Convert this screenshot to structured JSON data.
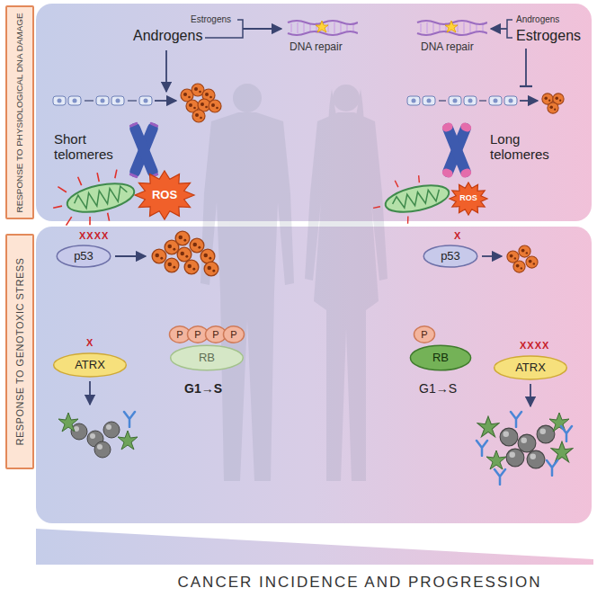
{
  "diagram": {
    "nodes": [
      {
        "text": [
          "RESPONSE TO PHYSIOLOGICAL DNA DAMAGE"
        ]
      },
      {
        "text": [
          "ROS"
        ]
      },
      {
        "text": [
          "ROS"
        ]
      },
      {
        "text": [
          "RESPONSE TO GENOTOXIC STRESS"
        ]
      },
      {
        "text": [
          "p53"
        ]
      },
      {
        "text": [
          "p53"
        ]
      },
      {
        "text": [
          "P"
        ]
      },
      {
        "text": [
          "P"
        ]
      },
      {
        "text": [
          "P"
        ]
      },
      {
        "text": [
          "P"
        ]
      },
      {
        "text": [
          "RB"
        ]
      },
      {
        "text": [
          "P"
        ]
      },
      {
        "text": [
          "RB"
        ]
      },
      {
        "text": [
          "ATRX"
        ]
      },
      {
        "text": [
          "ATRX"
        ]
      }
    ],
    "labels": [
      "Estrogens",
      "Androgens",
      "DNA repair",
      "DNA repair",
      "Androgens",
      "Estrogens",
      "Short telomeres",
      "Long telomeres",
      "XXXX",
      "X",
      "G1→S",
      "G1→S",
      "X",
      "XXXX",
      "CANCER INCIDENCE AND PROGRESSION"
    ]
  }
}
